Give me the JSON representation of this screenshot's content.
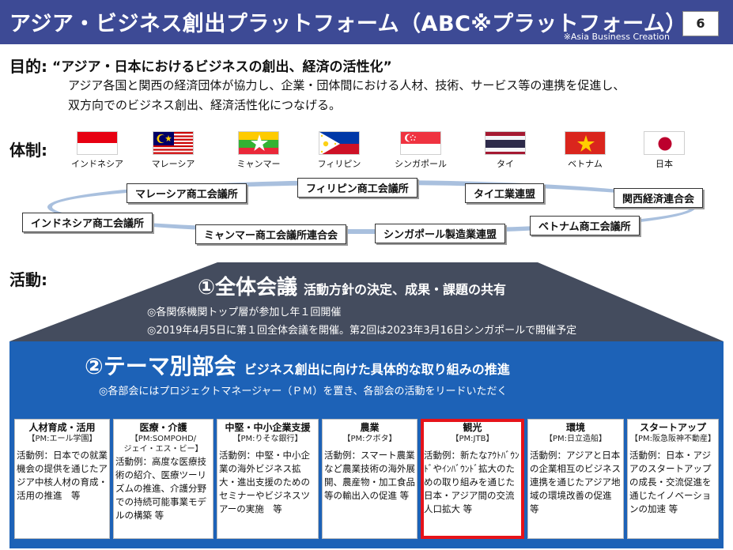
{
  "header": {
    "title": "アジア・ビジネス創出プラットフォーム（ABC※プラットフォーム）",
    "note": "※Asia Business Creation",
    "page_number": "6"
  },
  "purpose": {
    "label": "目的:",
    "headline": "“アジア・日本におけるビジネスの創出、経済の活性化”",
    "line1": "アジア各国と関西の経済団体が協力し、企業・団体間における人材、技術、サービス等の連携を促進し、",
    "line2": "双方向でのビジネス創出、経済活性化につなげる。"
  },
  "structure": {
    "label": "体制:",
    "countries": [
      {
        "name": "インドネシア",
        "flag": "indonesia-flag"
      },
      {
        "name": "マレーシア",
        "flag": "malaysia-flag"
      },
      {
        "name": "ミャンマー",
        "flag": "myanmar-flag"
      },
      {
        "name": "フィリピン",
        "flag": "philippines-flag"
      },
      {
        "name": "シンガポール",
        "flag": "singapore-flag"
      },
      {
        "name": "タイ",
        "flag": "thailand-flag"
      },
      {
        "name": "ベトナム",
        "flag": "vietnam-flag"
      },
      {
        "name": "日本",
        "flag": "japan-flag"
      }
    ],
    "organizations": {
      "malaysia": "マレーシア商工会議所",
      "philippines": "フィリピン商工会議所",
      "thailand": "タイ工業連盟",
      "kansai": "関西経済連合会",
      "indonesia": "インドネシア商工会議所",
      "myanmar": "ミャンマー商工会議所連合会",
      "singapore": "シンガポール製造業連盟",
      "vietnam": "ベトナム商工会議所"
    }
  },
  "activity": {
    "label": "活動:",
    "plenary": {
      "title": "①全体会議",
      "subtitle": "活動方針の決定、成果・課題の共有",
      "note1": "◎各関係機関トップ層が参加し年１回開催",
      "note2": "◎2019年4月5日に第１回全体会議を開催。第2回は2023年3月16日シンガポールで開催予定"
    },
    "theme": {
      "title": "②テーマ別部会",
      "subtitle": "ビジネス創出に向けた具体的な取り組みの推進",
      "note": "◎各部会にはプロジェクトマネージャー（ＰＭ）を置き、各部会の活動をリードいただく",
      "panels": [
        {
          "name": "人材育成・活用",
          "pm": "【PM:エール学園】",
          "pm2": "",
          "example": "活動例：日本での就業機会の提供を通じたアジア中核人材の育成・活用の推進　等",
          "highlight": false
        },
        {
          "name": "医療・介護",
          "pm": "【PM:SOMPOHD/",
          "pm2": "ジェイ・エス・ビー】",
          "example": "活動例：高度な医療技術の紹介、医療ツーリズムの推進、介護分野での持続可能事業モデルの構築 等",
          "highlight": false
        },
        {
          "name": "中堅・中小企業支援",
          "pm": "【PM:りそな銀行】",
          "pm2": "",
          "example": "活動例：中堅・中小企業の海外ビジネス拡大・進出支援のためのセミナーやビジネスツアーの実施　等",
          "highlight": false
        },
        {
          "name": "農業",
          "pm": "【PM:クボタ】",
          "pm2": "",
          "example": "活動例：スマート農業など農業技術の海外展開、農産物・加工食品等の輸出入の促進 等",
          "highlight": false
        },
        {
          "name": "観光",
          "pm": "【PM:JTB】",
          "pm2": "",
          "example": "活動例：新たなｱｳﾄﾊﾞｳﾝﾄﾞやｲﾝﾊﾞｳﾝﾄﾞ拡大のための取り組みを通じた日本・アジア間の交流人口拡大 等",
          "highlight": true
        },
        {
          "name": "環境",
          "pm": "【PM:日立造船】",
          "pm2": "",
          "example": "活動例：アジアと日本の企業相互のビジネス連携を通じたアジア地域の環境改善の促進 等",
          "highlight": false
        },
        {
          "name": "スタートアップ",
          "pm": "【PM:阪急阪神不動産】",
          "pm2": "",
          "example": "活動例：日本・アジアのスタートアップの成長・交流促進を通じたイノベーションの加速 等",
          "highlight": false
        }
      ]
    }
  },
  "colors": {
    "header_bg": "#3d4a95",
    "plenary_bg": "#444c5e",
    "theme_bg": "#1d62b7",
    "highlight_border": "#e6131a",
    "ellipse": "#a9c0de"
  }
}
